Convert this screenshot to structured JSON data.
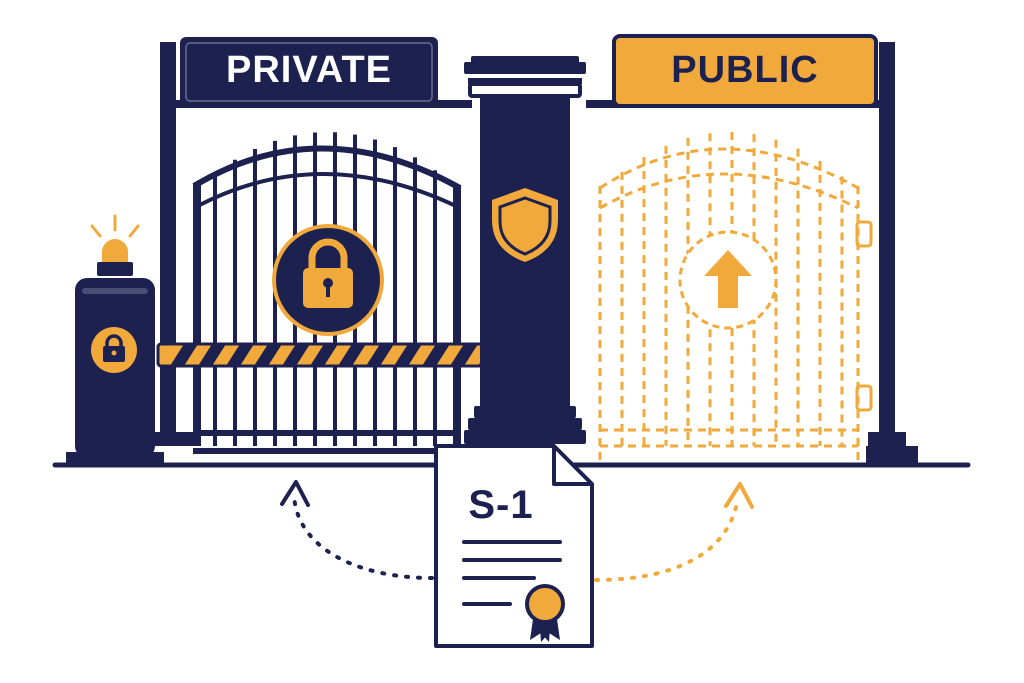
{
  "signs": {
    "private": "PRIVATE",
    "public": "PUBLIC"
  },
  "document": {
    "title": "S-1"
  },
  "colors": {
    "navy": "#1c2150",
    "orange": "#f2a93b",
    "white": "#ffffff"
  },
  "icons": {
    "private_gate": "padlock-icon",
    "kiosk": "padlock-icon",
    "pillar": "shield-icon",
    "public_gate": "arrow-up-icon",
    "document": "award-ribbon-icon",
    "beacon": "warning-light-icon"
  }
}
